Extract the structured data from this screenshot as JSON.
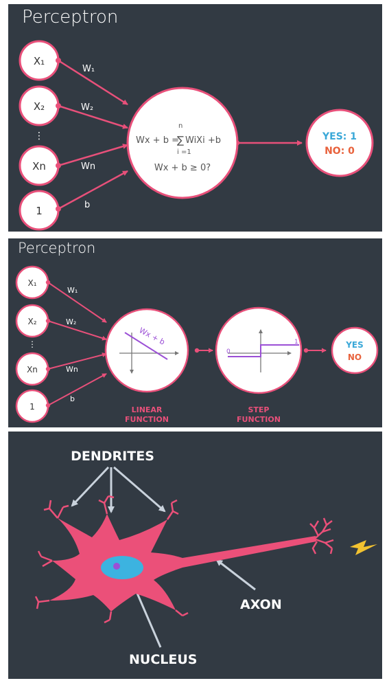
{
  "panel1": {
    "title": "Perceptron",
    "inputs": [
      "X₁",
      "X₂",
      "⋮",
      "Xn",
      "1"
    ],
    "weights": [
      "W₁",
      "W₂",
      "Wn",
      "b"
    ],
    "formula_left": "Wx + b = ",
    "sum_symbol": "∑",
    "sum_top": "n",
    "sum_bottom": "i =1",
    "formula_right": "WiXi +b",
    "condition": "Wx + b ≥ 0?",
    "output_yes": "YES: 1",
    "output_no": "NO: 0"
  },
  "panel2": {
    "title": "Perceptron",
    "inputs": [
      "X₁",
      "X₂",
      "⋮",
      "Xn",
      "1"
    ],
    "weights": [
      "W₁",
      "W₂",
      "Wn",
      "b"
    ],
    "linear_plot_label": "Wx + b",
    "linear_caption_line1": "LINEAR",
    "linear_caption_line2": "FUNCTION",
    "step_label_zero": "0",
    "step_label_one": "1",
    "step_caption_line1": "STEP",
    "step_caption_line2": "FUNCTION",
    "output_yes": "YES",
    "output_no": "NO"
  },
  "panel3": {
    "label_dendrites": "DENDRITES",
    "label_axon": "AXON",
    "label_nucleus": "NUCLEUS"
  },
  "colors": {
    "background": "#323a43",
    "accent_pink": "#e8507a",
    "yes_blue": "#3aa8d8",
    "no_orange": "#e8623c",
    "plot_purple": "#9b4fd6",
    "neuron_pink": "#eb5079",
    "nucleus_blue": "#3cb3e0",
    "lightning_yellow": "#f2c230"
  }
}
